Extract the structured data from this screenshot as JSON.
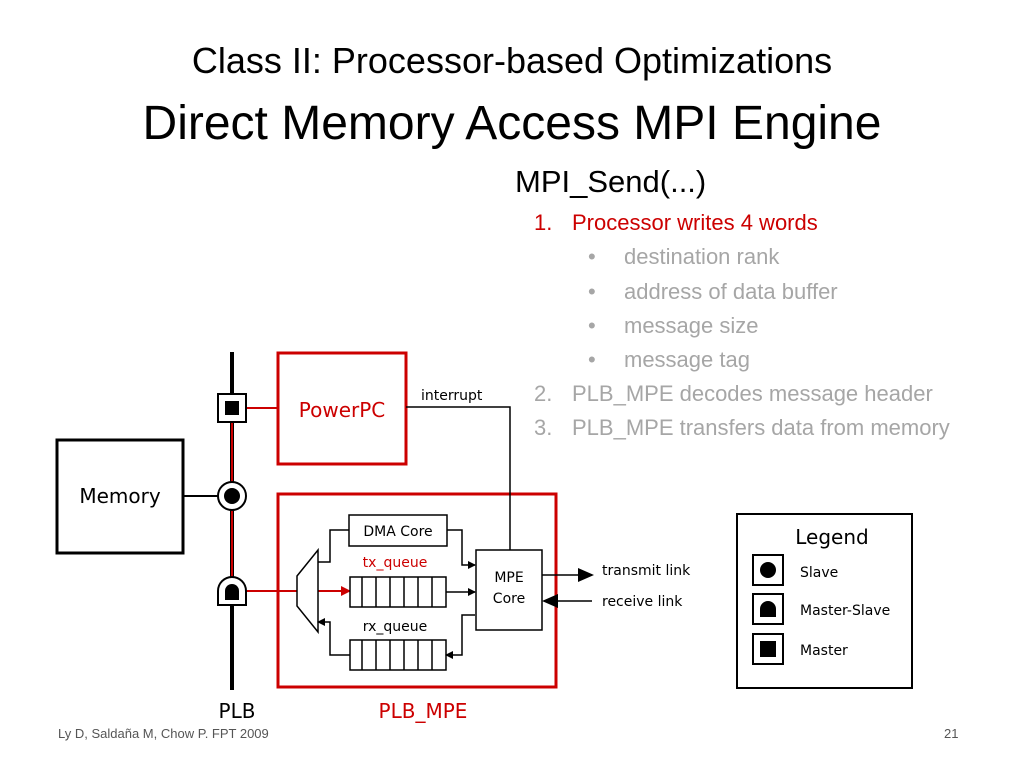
{
  "title": {
    "line1": "Class II: Processor-based Optimizations",
    "line2": "Direct Memory Access MPI Engine"
  },
  "func_label": "MPI_Send(...)",
  "steps": [
    {
      "num": "1.",
      "text": "Processor writes 4 words",
      "color": "#cc0000"
    },
    {
      "num": "2.",
      "text": "PLB_MPE decodes message header",
      "color": "#a6a6a6"
    },
    {
      "num": "3.",
      "text": "PLB_MPE transfers data from memory",
      "color": "#a6a6a6"
    }
  ],
  "sub_bullets": [
    "destination rank",
    "address of data buffer",
    "message size",
    "message tag"
  ],
  "bullet_glyph": "•",
  "diagram": {
    "memory": "Memory",
    "powerpc": "PowerPC",
    "interrupt": "interrupt",
    "dma_core": "DMA Core",
    "tx_queue": "tx_queue",
    "rx_queue": "rx_queue",
    "mpe_core_line1": "MPE",
    "mpe_core_line2": "Core",
    "transmit_link": "transmit link",
    "receive_link": "receive link",
    "plb": "PLB",
    "plb_mpe": "PLB_MPE",
    "accent_color": "#cc0000"
  },
  "legend": {
    "title": "Legend",
    "slave": "Slave",
    "master_slave": "Master-Slave",
    "master": "Master"
  },
  "footer": {
    "citation": "Ly D, Saldaña M, Chow P. FPT 2009",
    "page": "21"
  }
}
